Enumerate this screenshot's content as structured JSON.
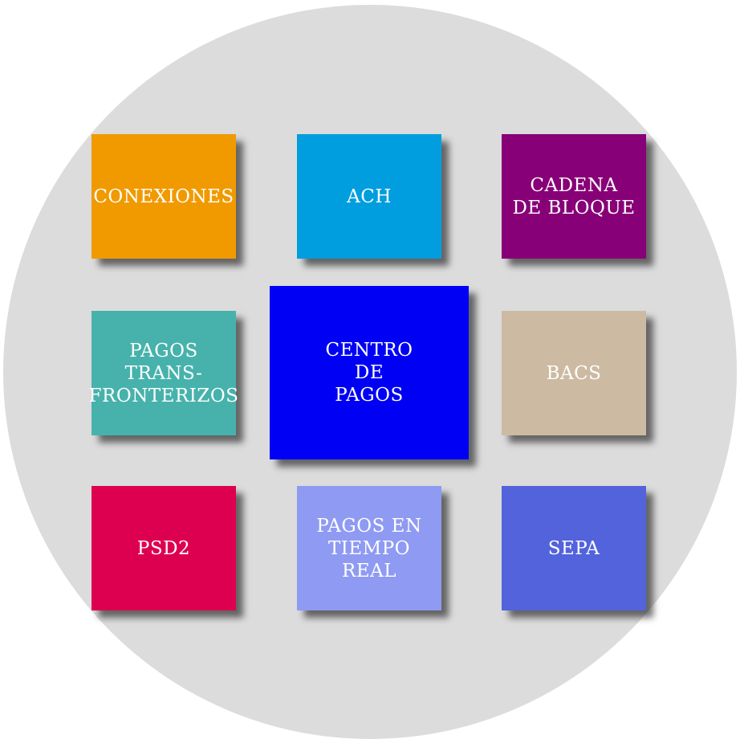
{
  "tiles": [
    {
      "id": "conexiones",
      "label": "CONEXIONES",
      "color": "#F09A00"
    },
    {
      "id": "ach",
      "label": "ACH",
      "color": "#009EDE"
    },
    {
      "id": "cadena",
      "label": "CADENA\nDE BLOQUE",
      "color": "#870077"
    },
    {
      "id": "pagos-tf",
      "label": "PAGOS\nTRANS-\nFRONTERIZOS",
      "color": "#47B2AC"
    },
    {
      "id": "centro",
      "label": "CENTRO\nDE\nPAGOS",
      "color": "#0000F5"
    },
    {
      "id": "bacs",
      "label": "BACS",
      "color": "#CCBBA2"
    },
    {
      "id": "psd2",
      "label": "PSD2",
      "color": "#DE0050"
    },
    {
      "id": "tiempo",
      "label": "PAGOS EN\nTIEMPO\nREAL",
      "color": "#8F9AF2"
    },
    {
      "id": "sepa",
      "label": "SEPA",
      "color": "#5263DC"
    }
  ],
  "colors": {
    "background_circle": "#DCDCDC",
    "text": "#FFFFFF"
  }
}
